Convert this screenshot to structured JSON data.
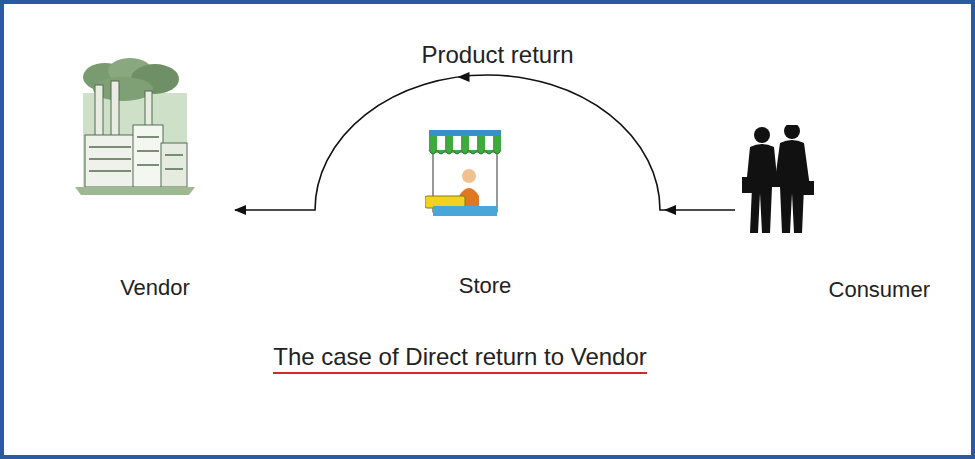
{
  "diagram": {
    "caption": "The case of Direct return to Vendor",
    "nodes": [
      {
        "text": [
          "Vendor"
        ]
      },
      {
        "text": [
          "Store"
        ]
      },
      {
        "text": [
          "Consumer"
        ]
      }
    ],
    "edges": [
      {
        "from": 2,
        "to": 0,
        "label": "Product return",
        "arrow": "to"
      }
    ]
  }
}
